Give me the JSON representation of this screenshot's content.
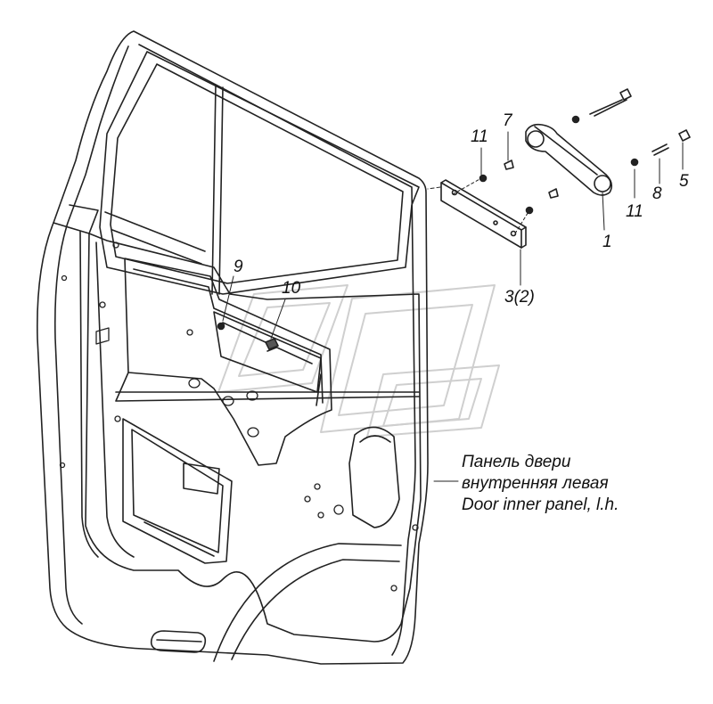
{
  "diagram": {
    "callouts": [
      {
        "id": "c1",
        "text": "1"
      },
      {
        "id": "c3",
        "text": "3(2)"
      },
      {
        "id": "c5",
        "text": "5"
      },
      {
        "id": "c7",
        "text": "7"
      },
      {
        "id": "c8",
        "text": "8"
      },
      {
        "id": "c9",
        "text": "9"
      },
      {
        "id": "c10",
        "text": "10"
      },
      {
        "id": "c11a",
        "text": "11"
      },
      {
        "id": "c11b",
        "text": "11"
      }
    ],
    "caption": {
      "line1": "Панель двери",
      "line2": "внутренняя левая",
      "line3": "Door inner panel, l.h."
    }
  }
}
